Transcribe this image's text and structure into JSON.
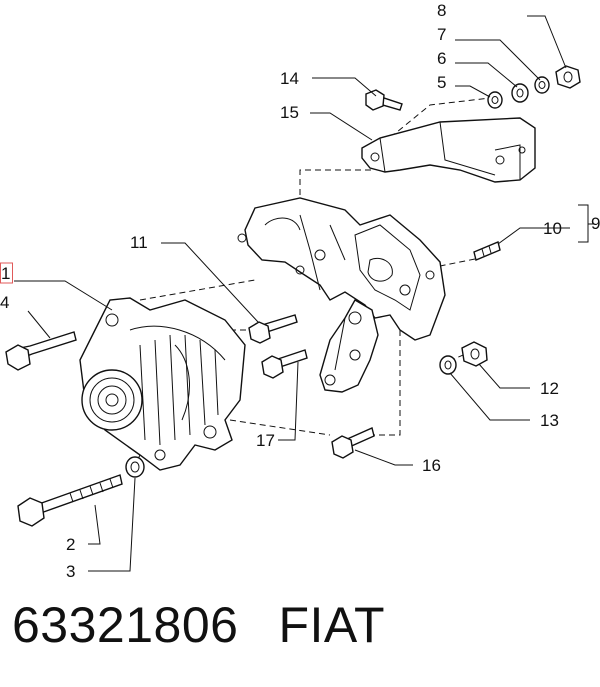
{
  "callouts": {
    "c1": "1",
    "c2": "2",
    "c3": "3",
    "c4": "4",
    "c5": "5",
    "c6": "6",
    "c7": "7",
    "c8": "8",
    "c9": "9",
    "c10": "10",
    "c11": "11",
    "c12": "12",
    "c13": "13",
    "c14": "14",
    "c15": "15",
    "c16": "16",
    "c17": "17"
  },
  "footer": {
    "part_number": "63321806",
    "brand": "FIAT"
  },
  "highlight_color": "#e05a5a"
}
